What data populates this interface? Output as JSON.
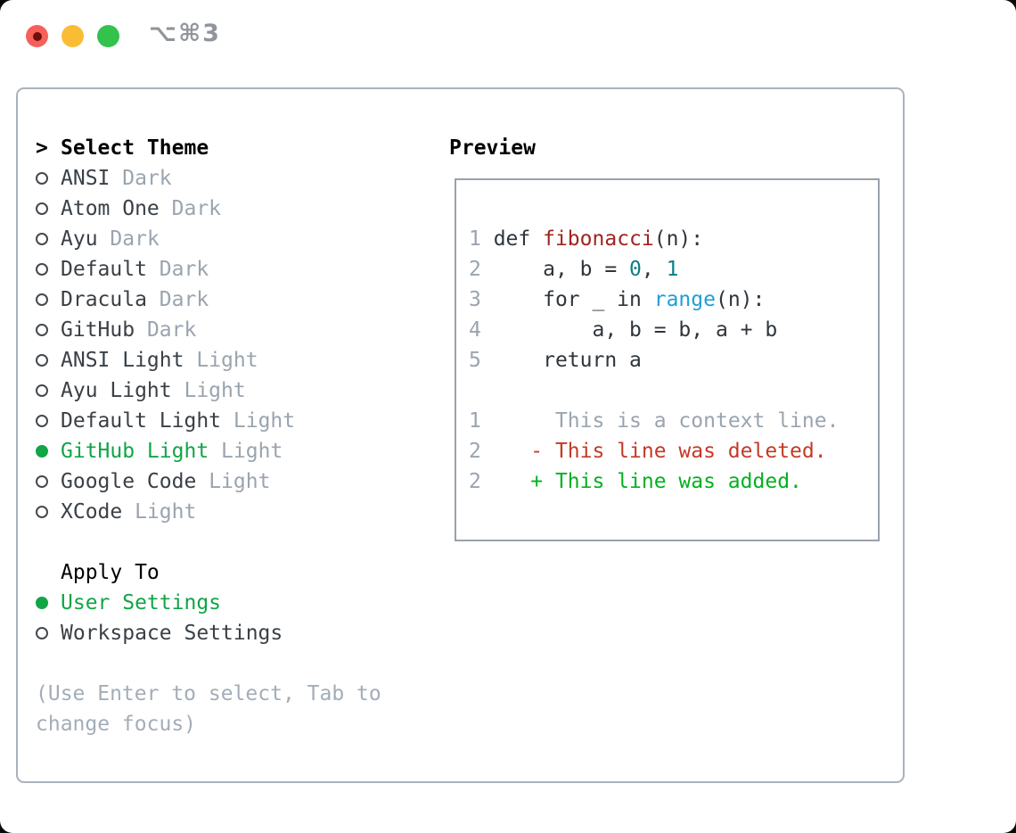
{
  "window": {
    "title": "⌥⌘3",
    "traffic_lights": [
      "close",
      "minimize",
      "zoom"
    ]
  },
  "theme_panel": {
    "header": {
      "prefix": ">",
      "label": "Select Theme"
    },
    "themes": [
      {
        "name": "ANSI",
        "variant": "Dark",
        "selected": false
      },
      {
        "name": "Atom One",
        "variant": "Dark",
        "selected": false
      },
      {
        "name": "Ayu",
        "variant": "Dark",
        "selected": false
      },
      {
        "name": "Default",
        "variant": "Dark",
        "selected": false
      },
      {
        "name": "Dracula",
        "variant": "Dark",
        "selected": false
      },
      {
        "name": "GitHub",
        "variant": "Dark",
        "selected": false
      },
      {
        "name": "ANSI Light",
        "variant": "Light",
        "selected": false
      },
      {
        "name": "Ayu Light",
        "variant": "Light",
        "selected": false
      },
      {
        "name": "Default Light",
        "variant": "Light",
        "selected": false
      },
      {
        "name": "GitHub Light",
        "variant": "Light",
        "selected": true
      },
      {
        "name": "Google Code",
        "variant": "Light",
        "selected": false
      },
      {
        "name": "XCode",
        "variant": "Light",
        "selected": false
      }
    ],
    "apply_to": {
      "label": "Apply To",
      "options": [
        {
          "label": "User Settings",
          "selected": true
        },
        {
          "label": "Workspace Settings",
          "selected": false
        }
      ]
    },
    "hint_lines": [
      "(Use Enter to select, Tab to",
      "change focus)"
    ]
  },
  "preview": {
    "title": "Preview",
    "code_lines": [
      {
        "n": "1",
        "a": " def ",
        "fn": "fibonacci",
        "c": "(n):"
      },
      {
        "n": "2",
        "a": "     a, b = ",
        "v1": "0",
        "sep": ", ",
        "v2": "1"
      },
      {
        "n": "3",
        "a": "     for _ in ",
        "call": "range",
        "c": "(n):"
      },
      {
        "n": "4",
        "a": "         a, b = b, a + b"
      },
      {
        "n": "5",
        "a": "     return a"
      }
    ],
    "diff_lines": [
      {
        "n": "1",
        "sp": "      ",
        "text": "This is a context line.",
        "kind": "context"
      },
      {
        "n": "2",
        "sp": "    ",
        "text": "- This line was deleted.",
        "kind": "deleted"
      },
      {
        "n": "2",
        "sp": "    ",
        "text": "+ This line was added.",
        "kind": "added"
      }
    ]
  },
  "colors": {
    "accent_green": "#11a546",
    "diff_added": "#04b01f",
    "diff_deleted": "#c43a26",
    "function_red": "#a02420",
    "number_teal": "#0d7f84",
    "builtin_blue": "#1e9fd8",
    "muted_gray": "#9aa4af",
    "text_dark": "#3a4046",
    "panel_border": "#a9b1ba",
    "traffic_red": "#f7605a",
    "traffic_yellow": "#f9bd35",
    "traffic_green": "#33c24b"
  }
}
